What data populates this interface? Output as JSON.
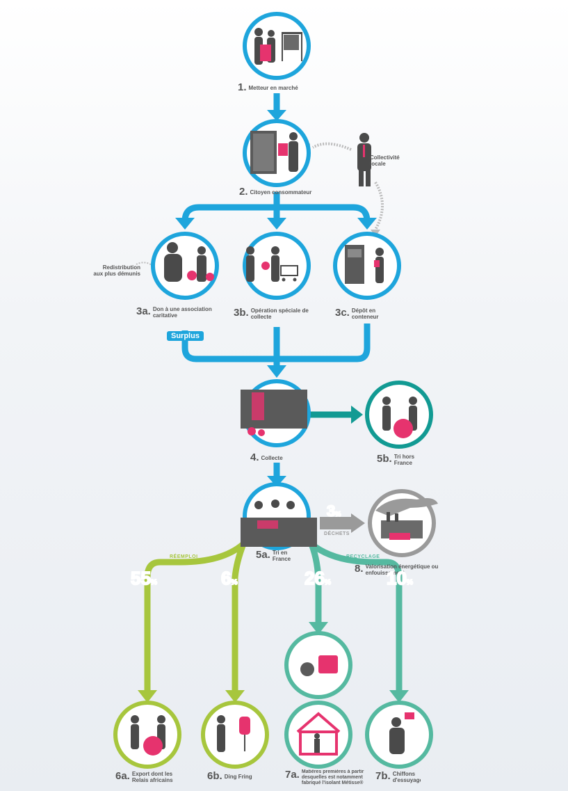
{
  "colors": {
    "blue": "#1ea5dc",
    "teal": "#129a93",
    "lightgreen": "#a7c63d",
    "mint": "#55b9a0",
    "gray": "#9a9a9a",
    "dark": "#4a4a4a",
    "pink": "#e6336e"
  },
  "nodes": {
    "n1": {
      "num": "1.",
      "text": "Metteur en marché"
    },
    "n2": {
      "num": "2.",
      "text": "Citoyen consommateur"
    },
    "n3a": {
      "num": "3a.",
      "text": "Don à une association caritative"
    },
    "n3b": {
      "num": "3b.",
      "text": "Opération spéciale de collecte"
    },
    "n3c": {
      "num": "3c.",
      "text": "Dépôt en conteneur"
    },
    "n4": {
      "num": "4.",
      "text": "Collecte"
    },
    "n5a": {
      "num": "5a.",
      "text": "Tri en France"
    },
    "n5b": {
      "num": "5b.",
      "text": "Tri hors France"
    },
    "n6a": {
      "num": "6a.",
      "text": "Export dont les Relais africains"
    },
    "n6b": {
      "num": "6b.",
      "text": "Ding Fring"
    },
    "n7a": {
      "num": "7a.",
      "text": "Matières premières à partir desquelles est notamment fabriqué l'isolant Métisse®"
    },
    "n7b": {
      "num": "7b.",
      "text": "Chiffons d'essuyage"
    },
    "n8": {
      "num": "8.",
      "text": "Valorisation énergétique ou enfouissement"
    }
  },
  "side_labels": {
    "collectivite": "Collectivité locale",
    "redistribution": "Redistribution aux plus démunis"
  },
  "surplus": "Surplus",
  "bands": {
    "reemploi": "RÉEMPLOI",
    "recyclage": "RECYCLAGE",
    "dechets": "DÉCHETS"
  },
  "percents": {
    "p55": {
      "value": "55",
      "unit": "%"
    },
    "p6": {
      "value": "6",
      "unit": "%"
    },
    "p26": {
      "value": "26",
      "unit": "%"
    },
    "p10": {
      "value": "10",
      "unit": "%"
    },
    "p3": {
      "value": "3",
      "unit": "%"
    }
  }
}
